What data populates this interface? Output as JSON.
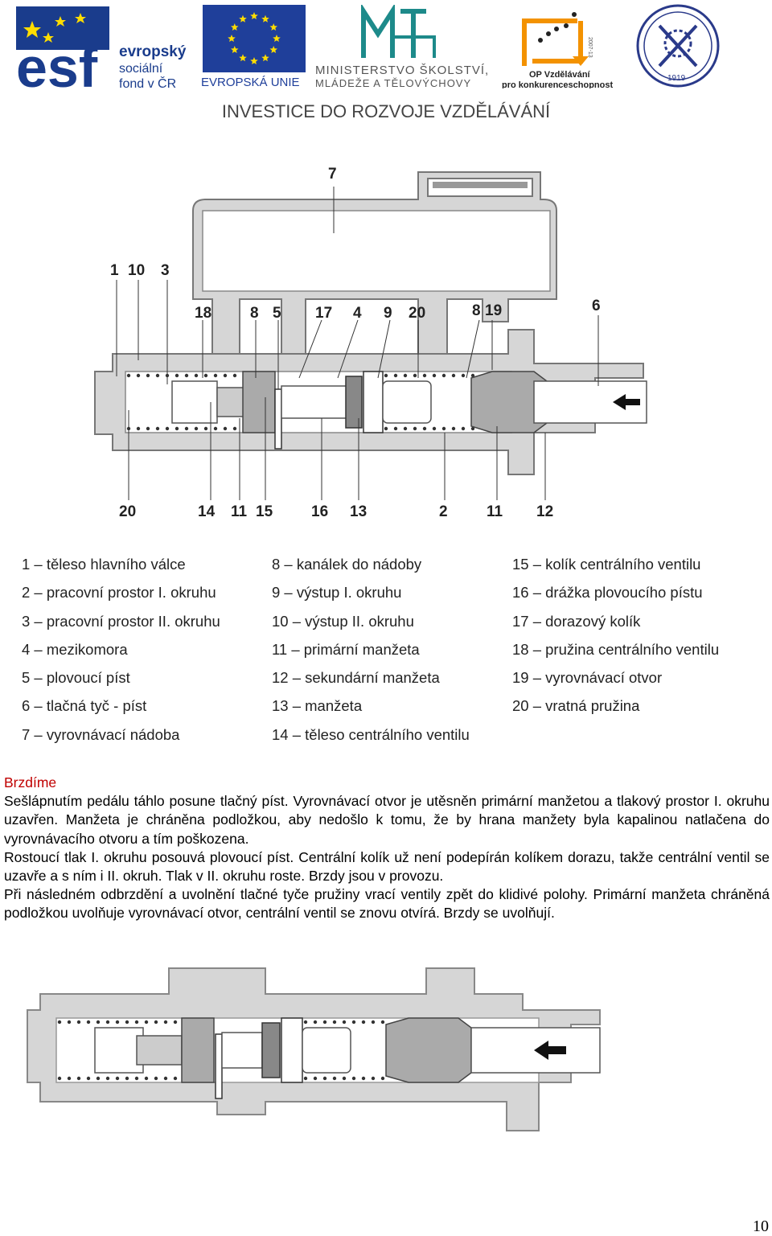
{
  "header": {
    "esf_big": "esf",
    "esf_lines": [
      "evropský",
      "sociální",
      "fond v ČR"
    ],
    "eu_label": "EVROPSKÁ UNIE",
    "msmt_lines": [
      "MINISTERSTVO ŠKOLSTVÍ,",
      "MLÁDEŽE A TĚLOVÝCHOVY"
    ],
    "op_lines": [
      "OP Vzdělávání",
      "pro konkurenceschopnost"
    ],
    "op_years": "2007-13",
    "seal_year": "1919",
    "tagline": "INVESTICE DO ROZVOJE VZDĚLÁVÁNÍ"
  },
  "diagram": {
    "top_labels": [
      "7",
      "1",
      "10",
      "3",
      "18",
      "8",
      "5",
      "17",
      "4",
      "9",
      "20",
      "8",
      "19",
      "6"
    ],
    "bottom_labels": [
      "20",
      "14",
      "11",
      "15",
      "16",
      "13",
      "2",
      "11",
      "12"
    ]
  },
  "legend": {
    "col1": [
      "1 – těleso hlavního válce",
      "2 – pracovní prostor I. okruhu",
      "3 – pracovní prostor II. okruhu",
      "4 – mezikomora",
      "5 – plovoucí píst",
      "6 – tlačná tyč - píst",
      "7 – vyrovnávací nádoba"
    ],
    "col2": [
      "8 – kanálek do nádoby",
      "9 – výstup I. okruhu",
      "10 – výstup II. okruhu",
      "11 – primární manžeta",
      "12 – sekundární manžeta",
      "13 – manžeta",
      "14 – těleso centrálního ventilu"
    ],
    "col3": [
      "15 – kolík centrálního ventilu",
      "16 – drážka plovoucího pístu",
      "17 – dorazový kolík",
      "18 – pružina centrálního ventilu",
      "19 – vyrovnávací otvor",
      "20 – vratná pružina"
    ]
  },
  "text": {
    "heading": "Brzdíme",
    "p1": "Sešlápnutím pedálu táhlo posune tlačný píst. Vyrovnávací otvor je utěsněn primární manžetou a tlakový prostor I. okruhu uzavřen. Manžeta je chráněna podložkou, aby nedošlo k tomu, že by hrana manžety byla kapalinou natlačena do vyrovnávacího otvoru a tím poškozena.",
    "p2": "Rostoucí tlak I. okruhu posouvá plovoucí píst. Centrální kolík už není podepírán kolíkem dorazu, takže centrální ventil se uzavře a s ním i II. okruh. Tlak v II. okruhu roste. Brzdy jsou v provozu.",
    "p3": "Při následném odbrzdění a uvolnění tlačné tyče pružiny vrací ventily zpět do klidivé polohy. Primární manžeta chráněná podložkou uvolňuje vyrovnávací otvor, centrální ventil se znovu otvírá. Brzdy se uvolňují."
  },
  "page_number": "10",
  "colors": {
    "esf_blue": "#1a3c8c",
    "eu_blue": "#1f3f9a",
    "eu_star": "#ffdd00",
    "msmt_teal": "#1d8a8a",
    "op_orange": "#f39200",
    "heading_red": "#c00000"
  }
}
